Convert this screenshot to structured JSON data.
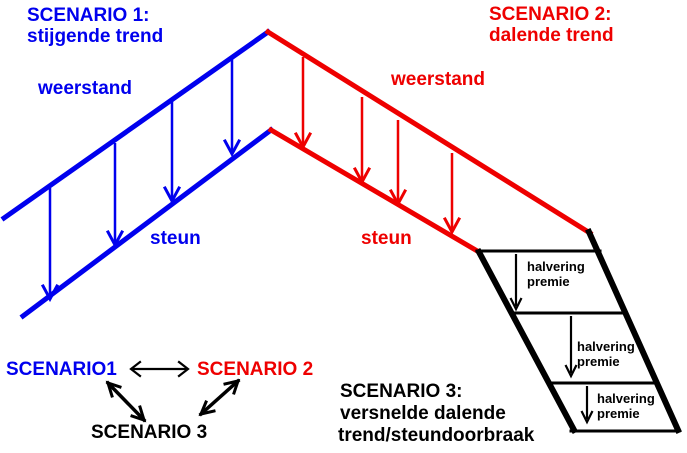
{
  "colors": {
    "blue": "#0000ee",
    "red": "#ee0000",
    "black": "#000000",
    "background": "#ffffff"
  },
  "scenario1": {
    "title": "SCENARIO 1:",
    "subtitle": "stijgende trend",
    "resistance_label": "weerstand",
    "support_label": "steun"
  },
  "scenario2": {
    "title": "SCENARIO 2:",
    "subtitle": "dalende trend",
    "resistance_label": "weerstand",
    "support_label": "steun"
  },
  "scenario3": {
    "title": "SCENARIO 3:",
    "subtitle_line1": "versnelde dalende",
    "subtitle_line2": "trend/steundoorbraak",
    "steps": [
      {
        "line1": "halvering",
        "line2": "premie"
      },
      {
        "line1": "halvering",
        "line2": "premie"
      },
      {
        "line1": "halvering",
        "line2": "premie"
      }
    ]
  },
  "relationship": {
    "scenario1_label": "SCENARIO1",
    "scenario2_label": "SCENARIO 2",
    "scenario3_label": "SCENARIO 3"
  }
}
